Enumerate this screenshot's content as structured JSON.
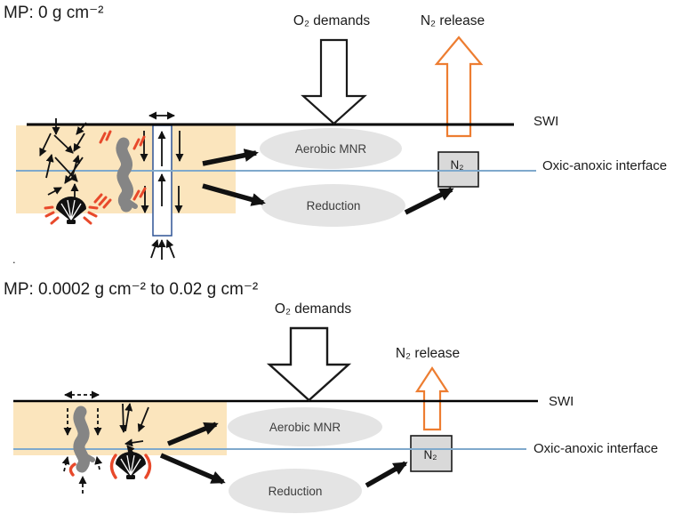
{
  "top_panel": {
    "title": "MP: 0 g cm⁻²",
    "o2_label": "O₂ demands",
    "n2_label": "N₂ release",
    "swi_label": "SWI",
    "interface_label": "Oxic-anoxic interface",
    "aerobic_label": "Aerobic MNR",
    "reduction_label": "Reduction",
    "n2_box": "N₂"
  },
  "bottom_panel": {
    "title": "MP: 0.0002 g cm⁻² to 0.02 g cm⁻²",
    "o2_label": "O₂ demands",
    "n2_label": "N₂ release",
    "swi_label": "SWI",
    "interface_label": "Oxic-anoxic interface",
    "aerobic_label": "Aerobic MNR",
    "reduction_label": "Reduction",
    "n2_box": "N₂"
  },
  "stray_mark": ".",
  "colors": {
    "sediment_fill": "#FBE5BD",
    "swi_line": "#000000",
    "interface_line": "#7FA9CC",
    "ellipse_fill": "#E4E4E4",
    "n2_box_fill": "#D9D9D9",
    "o2_arrow_outline": "#1a1a1a",
    "n2_arrow_orange": "#ED7D31",
    "stress_marks": "#E8492B",
    "organism_gray": "#858585",
    "burrow_outline": "#2F5496"
  }
}
